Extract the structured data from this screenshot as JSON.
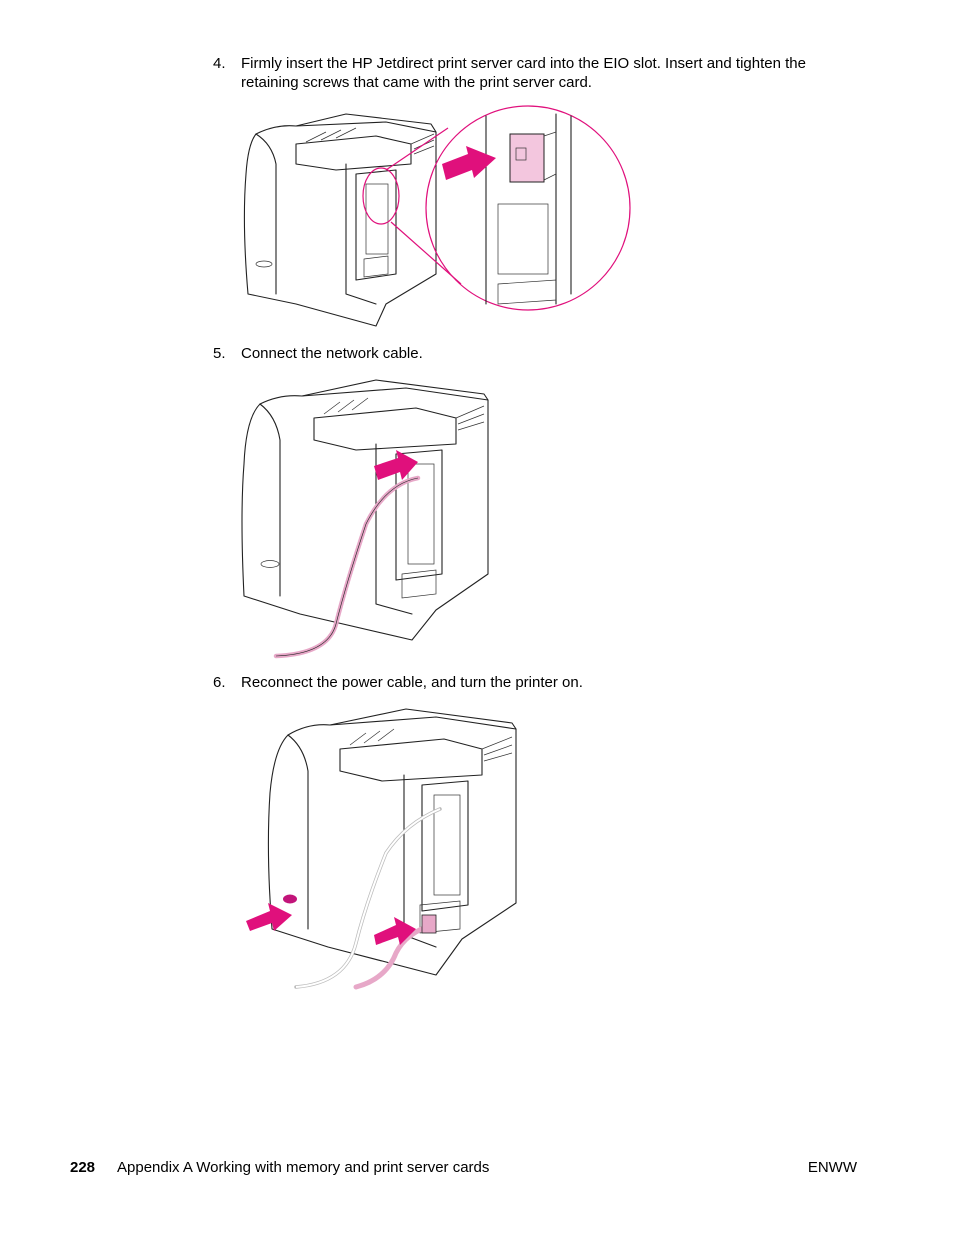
{
  "steps": [
    {
      "number": "4.",
      "text": "Firmly insert the HP Jetdirect print server card into the EIO slot. Insert and tighten the retaining screws that came with the print server card."
    },
    {
      "number": "5.",
      "text": "Connect the network cable."
    },
    {
      "number": "6.",
      "text": "Reconnect the power cable, and turn the printer on."
    }
  ],
  "footer": {
    "page_number": "228",
    "chapter": "Appendix A   Working with memory and print server cards",
    "right": "ENWW"
  },
  "colors": {
    "accent": "#e0107c",
    "line": "#222222"
  }
}
